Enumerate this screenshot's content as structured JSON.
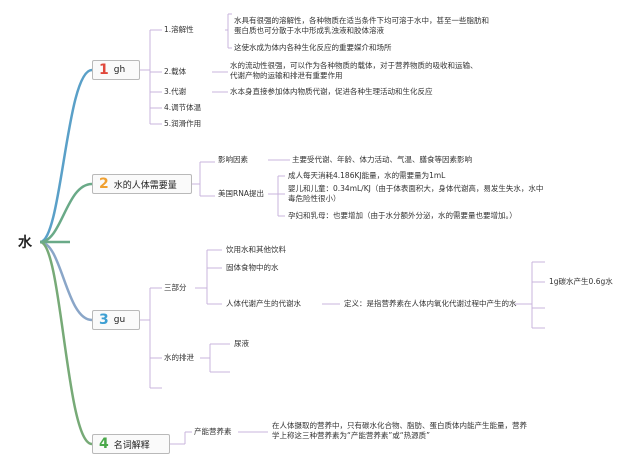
{
  "root": "水",
  "branches": [
    {
      "num": "1",
      "label": "gh",
      "color": "#e0483c",
      "children": [
        {
          "label": "1.溶解性",
          "details": [
            "水具有很强的溶解性，各种物质在适当条件下均可溶于水中，甚至一些脂肪和蛋白质也可分散于水中形成乳浊液和胶体溶液",
            "这使水成为体内各种生化反应的重要媒介和场所"
          ]
        },
        {
          "label": "2.载体",
          "details": [
            "水的流动性很强，可以作为各种物质的载体，对于营养物质的吸收和运输、代谢产物的运输和排泄有重要作用"
          ]
        },
        {
          "label": "3.代谢",
          "details": [
            "水本身直接参加体内物质代谢，促进各种生理活动和生化反应"
          ]
        },
        {
          "label": "4.调节体温"
        },
        {
          "label": "5.润滑作用"
        }
      ]
    },
    {
      "num": "2",
      "label": "水的人体需要量",
      "color": "#f0a030",
      "children": [
        {
          "label": "影响因素",
          "details": [
            "主要受代谢、年龄、体力活动、气温、膳食等因素影响"
          ]
        },
        {
          "label": "美国RNA提出",
          "details": [
            "成人每天消耗4.186KJ能量，水的需要量为1mL",
            "婴儿和儿童：0.34mL/KJ（由于体表面积大，身体代谢高，易发生失水，水中毒危险性很小）",
            "孕妇和乳母：也要增加（由于水分额外分泌，水的需要量也要增加。）"
          ]
        }
      ]
    },
    {
      "num": "3",
      "label": "gu",
      "color": "#3d9fd3",
      "children": [
        {
          "label": "三部分",
          "details": [
            "饮用水和其他饮料",
            "固体食物中的水",
            "人体代谢产生的代谢水"
          ],
          "definition": "定义：是指营养素在人体内氧化代谢过程中产生的水",
          "subnote": "1g碳水产生0.6g水"
        },
        {
          "label": "水的排泄",
          "details": [
            "尿液"
          ]
        }
      ]
    },
    {
      "num": "4",
      "label": "名词解释",
      "color": "#4aa84a",
      "children": [
        {
          "label": "产能营养素",
          "details": [
            "在人体摄取的营养中，只有碳水化合物、脂肪、蛋白质体内能产生能量，营养学上称这三种营养素为“产能营养素”或“热源质”"
          ]
        }
      ]
    }
  ]
}
